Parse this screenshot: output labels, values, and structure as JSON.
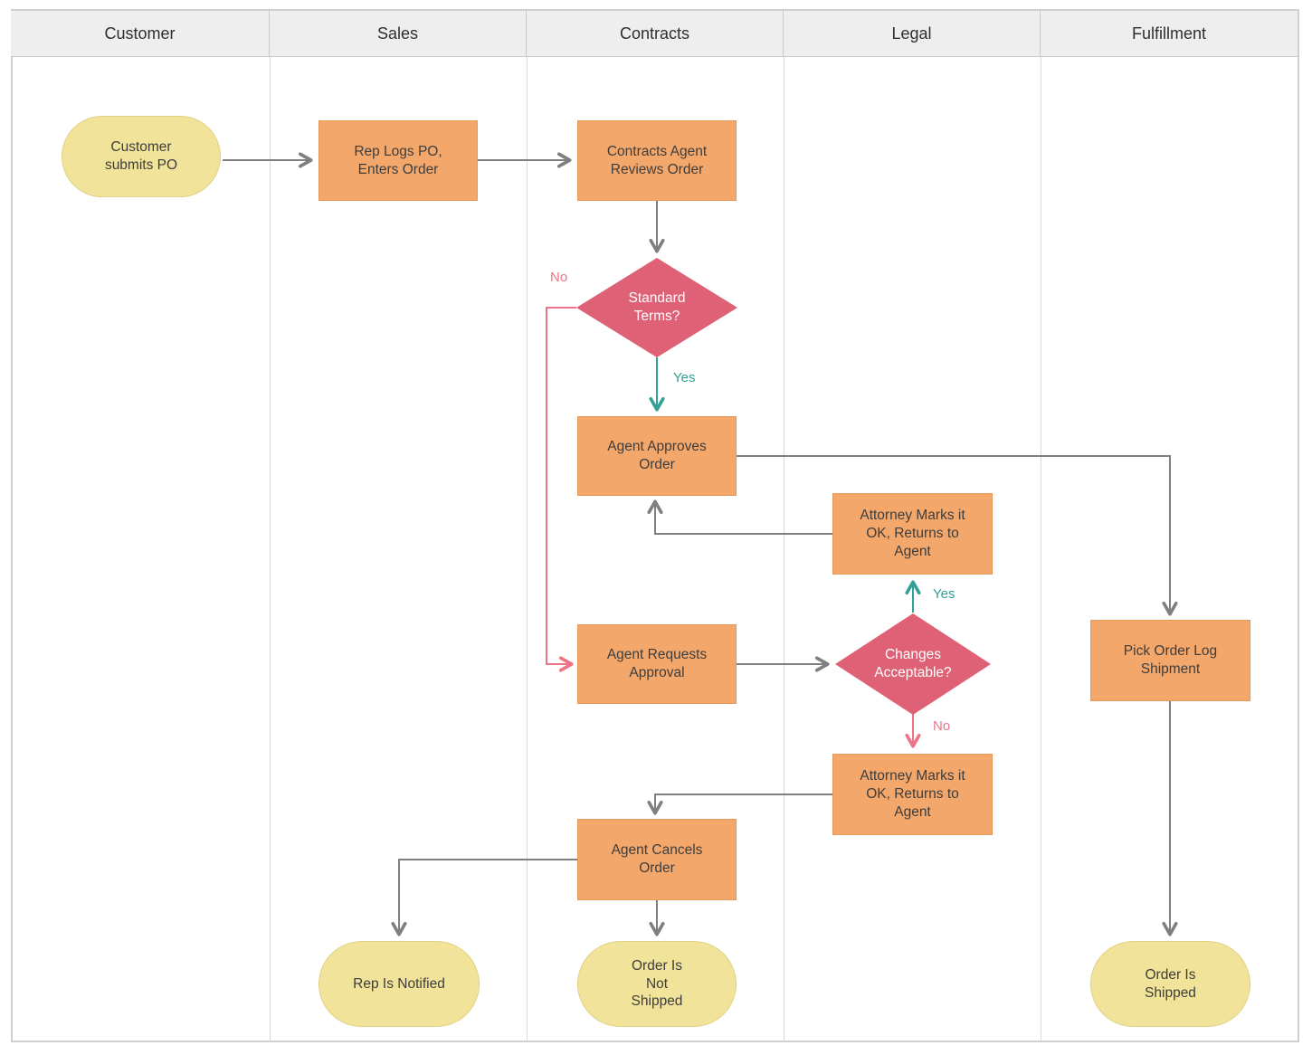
{
  "diagram": {
    "type": "cross-functional-flowchart-swimlanes"
  },
  "lanes": [
    {
      "label": "Customer"
    },
    {
      "label": "Sales"
    },
    {
      "label": "Contracts"
    },
    {
      "label": "Legal"
    },
    {
      "label": "Fulfillment"
    }
  ],
  "nodes": {
    "customer_submits_po": {
      "label": "Customer submits PO",
      "shape": "terminator",
      "lane": "Customer"
    },
    "rep_logs_po": {
      "label": "Rep Logs PO, Enters Order",
      "shape": "process",
      "lane": "Sales"
    },
    "contracts_agent_reviews_order": {
      "label": "Contracts Agent Reviews Order",
      "shape": "process",
      "lane": "Contracts"
    },
    "standard_terms": {
      "label": "Standard Terms?",
      "shape": "decision",
      "lane": "Contracts"
    },
    "agent_approves_order": {
      "label": "Agent Approves Order",
      "shape": "process",
      "lane": "Contracts"
    },
    "attorney_marks_ok_returns_1": {
      "label": "Attorney Marks it OK, Returns to Agent",
      "shape": "process",
      "lane": "Legal"
    },
    "agent_requests_approval": {
      "label": "Agent Requests Approval",
      "shape": "process",
      "lane": "Contracts"
    },
    "changes_acceptable": {
      "label": "Changes Acceptable?",
      "shape": "decision",
      "lane": "Legal"
    },
    "attorney_marks_ok_returns_2": {
      "label": "Attorney Marks it OK, Returns to Agent",
      "shape": "process",
      "lane": "Legal"
    },
    "agent_cancels_order": {
      "label": "Agent Cancels Order",
      "shape": "process",
      "lane": "Contracts"
    },
    "pick_order_log_shipment": {
      "label": "Pick Order Log Shipment",
      "shape": "process",
      "lane": "Fulfillment"
    },
    "rep_is_notified": {
      "label": "Rep Is Notified",
      "shape": "terminator",
      "lane": "Sales"
    },
    "order_is_not_shipped": {
      "label": "Order Is Not Shipped",
      "shape": "terminator",
      "lane": "Contracts"
    },
    "order_is_shipped": {
      "label": "Order Is Shipped",
      "shape": "terminator",
      "lane": "Fulfillment"
    }
  },
  "edges": {
    "po_to_rep": {
      "from": "customer_submits_po",
      "to": "rep_logs_po"
    },
    "rep_to_review": {
      "from": "rep_logs_po",
      "to": "contracts_agent_reviews_order"
    },
    "review_to_standard_terms": {
      "from": "contracts_agent_reviews_order",
      "to": "standard_terms"
    },
    "standard_terms_no": {
      "from": "standard_terms",
      "to": "agent_requests_approval",
      "label": "No"
    },
    "standard_terms_yes": {
      "from": "standard_terms",
      "to": "agent_approves_order",
      "label": "Yes"
    },
    "approves_to_pick_order": {
      "from": "agent_approves_order",
      "to": "pick_order_log_shipment"
    },
    "attorney1_to_approves": {
      "from": "attorney_marks_ok_returns_1",
      "to": "agent_approves_order"
    },
    "requests_to_changes": {
      "from": "agent_requests_approval",
      "to": "changes_acceptable"
    },
    "changes_yes": {
      "from": "changes_acceptable",
      "to": "attorney_marks_ok_returns_1",
      "label": "Yes"
    },
    "changes_no": {
      "from": "changes_acceptable",
      "to": "attorney_marks_ok_returns_2",
      "label": "No"
    },
    "attorney2_to_cancels": {
      "from": "attorney_marks_ok_returns_2",
      "to": "agent_cancels_order"
    },
    "cancels_to_notified": {
      "from": "agent_cancels_order",
      "to": "rep_is_notified"
    },
    "cancels_to_not_shipped": {
      "from": "agent_cancels_order",
      "to": "order_is_not_shipped"
    },
    "pick_to_shipped": {
      "from": "pick_order_log_shipment",
      "to": "order_is_shipped"
    }
  },
  "colors": {
    "process_fill": "#f3a76b",
    "terminator_fill": "#f1e49a",
    "decision_fill": "#df6175",
    "connector_gray": "#7f7f7f",
    "yes_teal": "#32a095",
    "no_pink": "#ee7386",
    "header_bg": "#eeeeee",
    "frame_border": "#cfcfcf"
  }
}
